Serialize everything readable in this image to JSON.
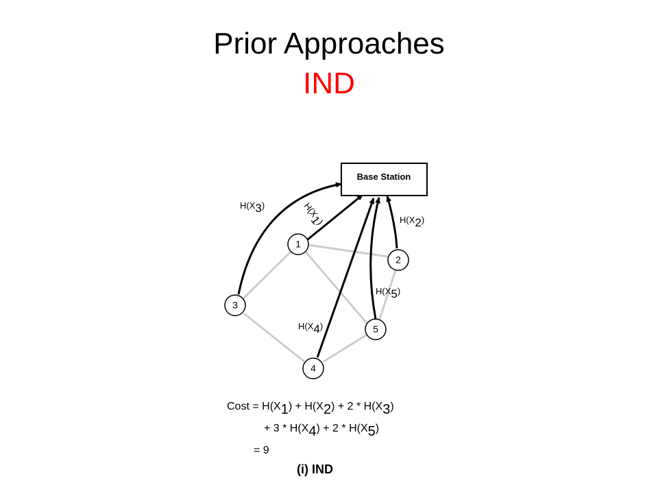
{
  "slide": {
    "title": "Prior Approaches",
    "subtitle": "IND",
    "subtitle_color": "#ff0000"
  },
  "diagram": {
    "base_station_label": "Base Station",
    "nodes": [
      "1",
      "2",
      "3",
      "4",
      "5"
    ],
    "edge_labels": {
      "x1": {
        "prefix": "H(X",
        "sub": "1",
        "suffix": ")"
      },
      "x2": {
        "prefix": "H(X",
        "sub": "2",
        "suffix": ")"
      },
      "x3": {
        "prefix": "H(X",
        "sub": "3",
        "suffix": ")"
      },
      "x4": {
        "prefix": "H(X",
        "sub": "4",
        "suffix": ")"
      },
      "x5": {
        "prefix": "H(X",
        "sub": "5",
        "suffix": ")"
      }
    },
    "colors": {
      "route": "#000000",
      "link": "#cccccc"
    }
  },
  "cost": {
    "line1": {
      "a": "Cost = H(X",
      "s1": "1",
      "b": ") + H(X",
      "s2": "2",
      "c": ") + 2 * H(X",
      "s3": "3",
      "d": ")"
    },
    "line2": {
      "a": "+ 3 * H(X",
      "s1": "4",
      "b": ") + 2 * H(X",
      "s2": "5",
      "c": ")"
    },
    "line3": "= 9"
  },
  "caption": "(i) IND"
}
